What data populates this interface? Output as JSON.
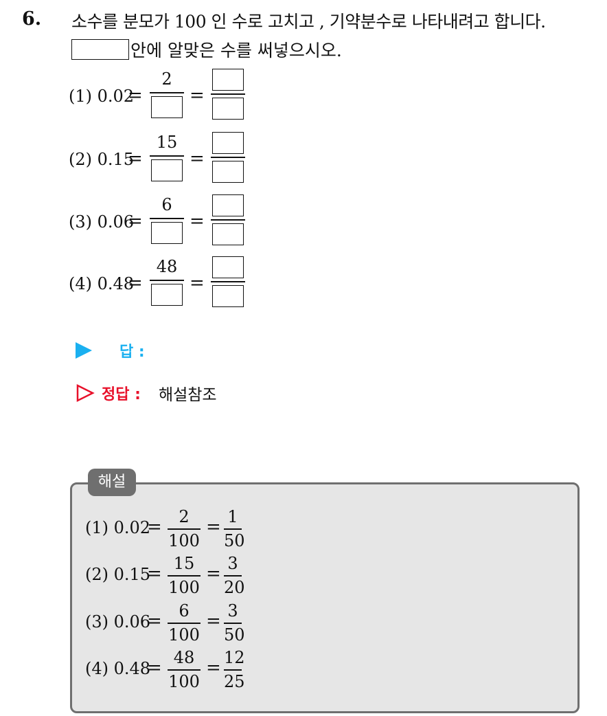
{
  "question": {
    "number": "6.",
    "line1": "소수를 분모가 100 인 수로 고치고 , 기약분수로 나타내려고 합니다.",
    "line2_suffix": "안에 알맞은 수를 써넣으시오."
  },
  "problems": [
    {
      "label": "(1) 0.02",
      "eq": "=",
      "numerator": "2"
    },
    {
      "label": "(2) 0.15",
      "eq": "=",
      "numerator": "15"
    },
    {
      "label": "(3) 0.06",
      "eq": "=",
      "numerator": "6"
    },
    {
      "label": "(4) 0.48",
      "eq": "=",
      "numerator": "48"
    }
  ],
  "answer": {
    "label": "답 :"
  },
  "correct": {
    "label": "정답 :",
    "value": "해설참조"
  },
  "explanation": {
    "tab": "해설",
    "rows": [
      {
        "label": "(1) 0.02",
        "eq": "=",
        "f1_num": "2",
        "f1_den": "100",
        "f2_num": "1",
        "f2_den": "50"
      },
      {
        "label": "(2) 0.15",
        "eq": "=",
        "f1_num": "15",
        "f1_den": "100",
        "f2_num": "3",
        "f2_den": "20"
      },
      {
        "label": "(3) 0.06",
        "eq": "=",
        "f1_num": "6",
        "f1_den": "100",
        "f2_num": "3",
        "f2_den": "50"
      },
      {
        "label": "(4) 0.48",
        "eq": "=",
        "f1_num": "48",
        "f1_den": "100",
        "f2_num": "12",
        "f2_den": "25"
      }
    ]
  },
  "colors": {
    "answer_accent": "#1ab0f0",
    "correct_accent": "#e8102a",
    "explain_bg": "#e6e6e6",
    "explain_border": "#6f6f6f"
  }
}
